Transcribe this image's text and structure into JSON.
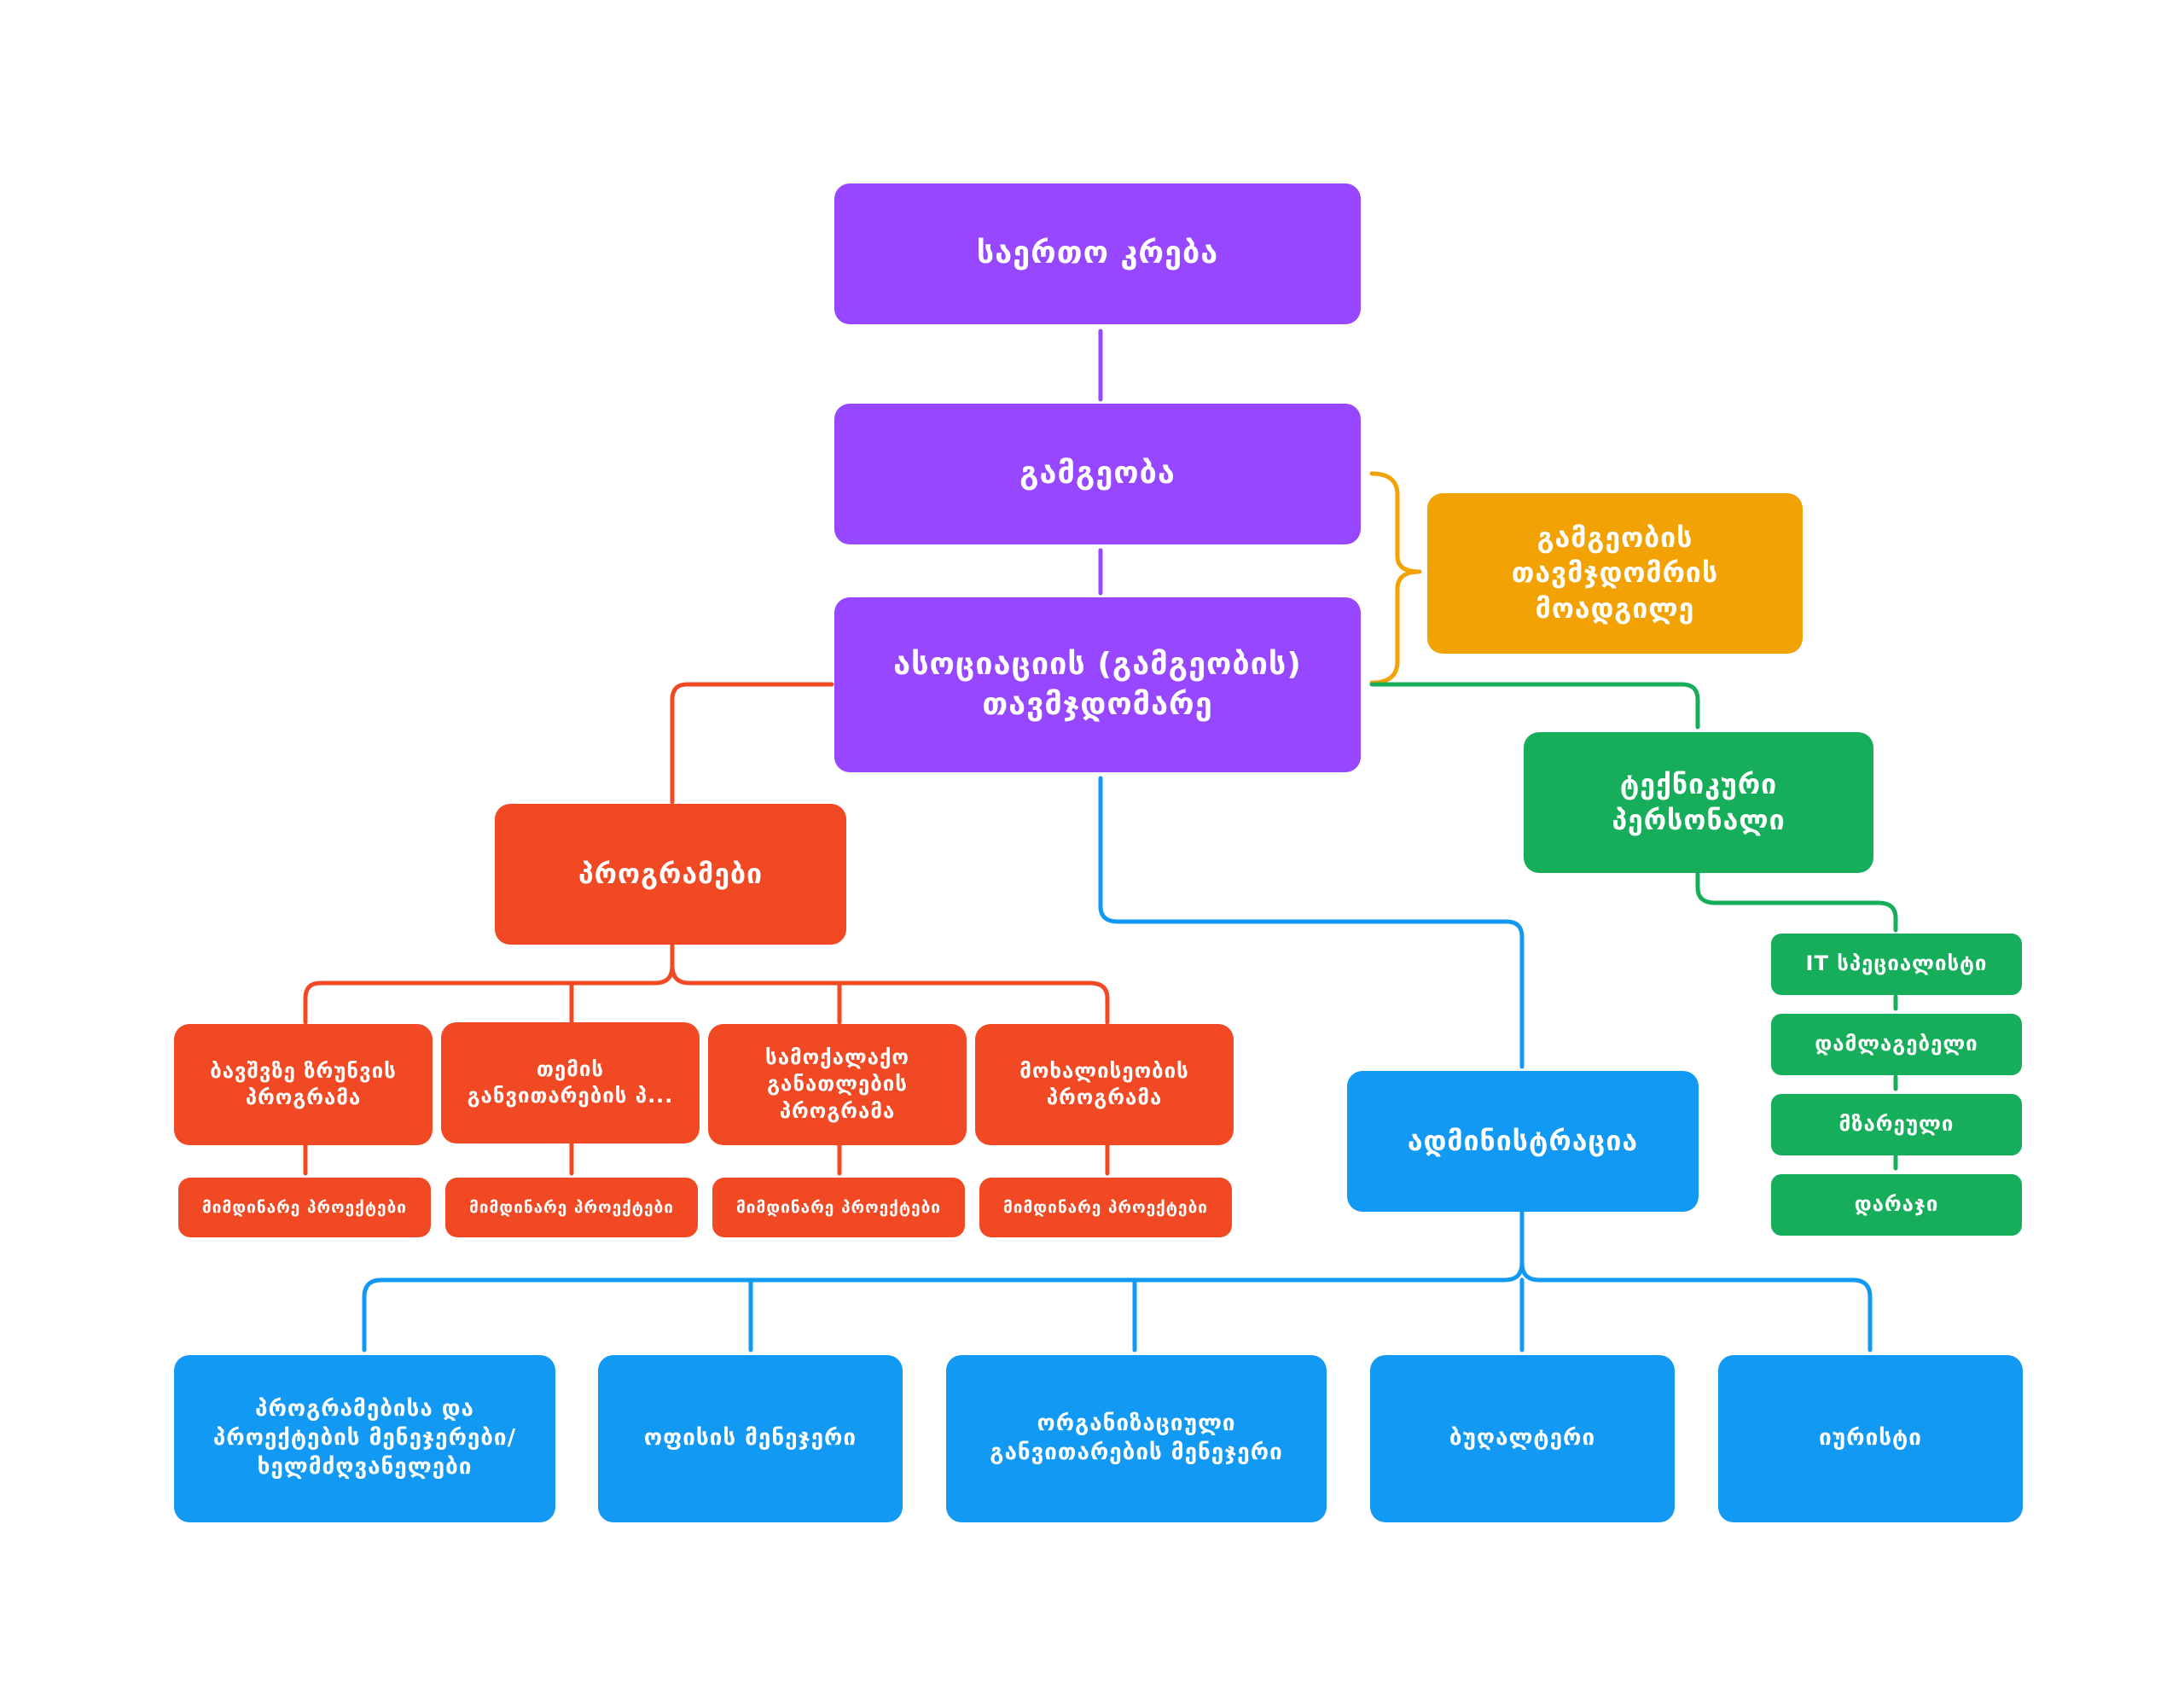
{
  "colors": {
    "purple": "#9747ff",
    "orange": "#f3a203",
    "red": "#f04923",
    "blue": "#1199f4",
    "green": "#16ae5a"
  },
  "nodes": {
    "general_assembly": "საერთო კრება",
    "board": "გამგეობა",
    "chair": "ასოციაციის (გამგეობის) თავმჯდომარე",
    "vice_chair": "გამგეობის თავმჯდომრის მოადგილე",
    "technical_staff": "ტექნიკური პერსონალი",
    "programs": "პროგრამები",
    "administration": "ადმინისტრაცია"
  },
  "program_items": [
    "ბავშვზე ზრუნვის პროგრამა",
    "თემის განვითარების პ...",
    "სამოქალაქო განათლების პროგრამა",
    "მოხალისეობის პროგრამა"
  ],
  "current_projects": [
    "მიმდინარე პროექტები",
    "მიმდინარე პროექტები",
    "მიმდინარე პროექტები",
    "მიმდინარე პროექტები"
  ],
  "technical_items": [
    "IT სპეციალისტი",
    "დამლაგებელი",
    "მზარეული",
    "დარაჯი"
  ],
  "admin_items": [
    "პროგრამებისა და პროექტების მენეჯერები/ ხელმძღვანელები",
    "ოფისის მენეჯერი",
    "ორგანიზაციული განვითარების მენეჯერი",
    "ბუღალტერი",
    "იურისტი"
  ]
}
